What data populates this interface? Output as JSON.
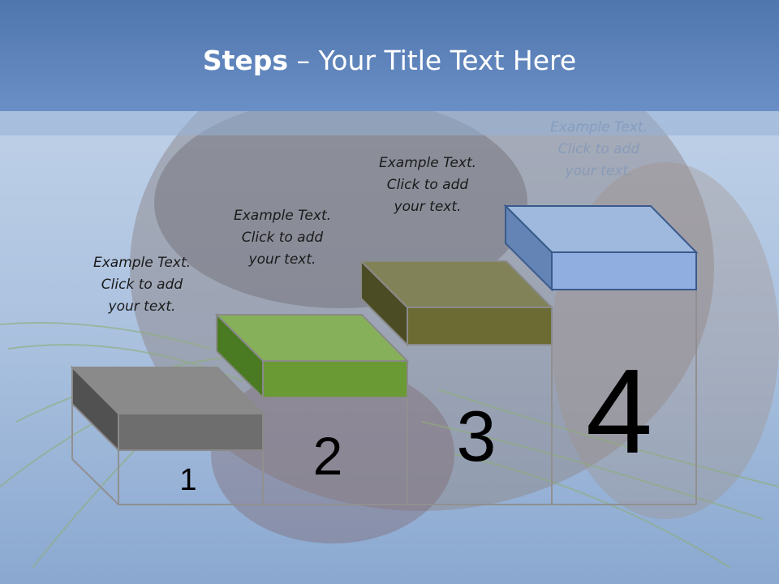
{
  "slide": {
    "title_bold": "Steps",
    "title_rest": " – Your Title Text Here"
  },
  "steps": [
    {
      "number": "1",
      "color": "#6e6e6e",
      "lines": [
        "Example Text.",
        "Click  to add",
        "your text."
      ]
    },
    {
      "number": "2",
      "color": "#6a9a34",
      "lines": [
        "Example Text.",
        "Click  to add",
        "your text."
      ]
    },
    {
      "number": "3",
      "color": "#6b6b33",
      "lines": [
        "Example Text.",
        "Click  to add",
        "your text."
      ]
    },
    {
      "number": "4",
      "color": "#90aee0",
      "lines": [
        "Example Text.",
        "Click  to add",
        "your text."
      ]
    }
  ],
  "colors": {
    "header_top": "#4f76ad",
    "header_bottom": "#6a8fc6",
    "sky": "#b9cde6"
  }
}
